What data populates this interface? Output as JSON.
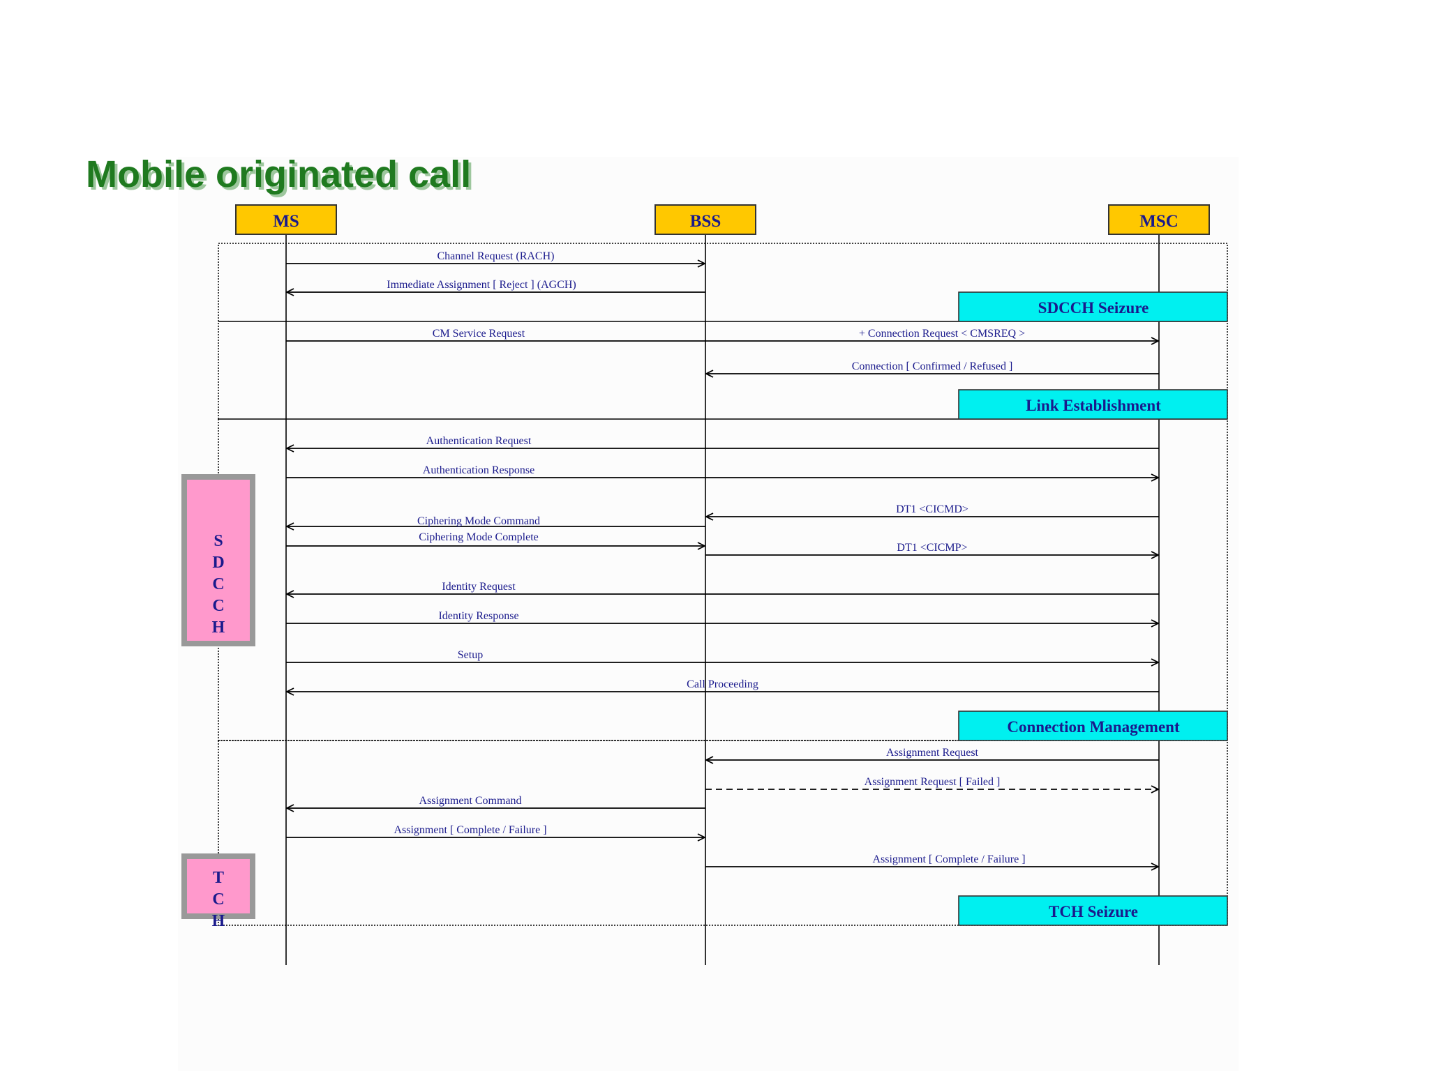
{
  "title": "Mobile originated call",
  "colors": {
    "title_fill": "#1f7a1f",
    "title_shadow": "#8fbf8f",
    "entity_fill": "#ffc800",
    "phase_fill": "#00f0f0",
    "channel_fill": "#ff99cc",
    "channel_border": "#999999",
    "label_text": "#1a1a8c",
    "line": "#000000"
  },
  "entities": [
    {
      "id": "ms",
      "label": "MS"
    },
    {
      "id": "bss",
      "label": "BSS"
    },
    {
      "id": "msc",
      "label": "MSC"
    }
  ],
  "phases": [
    {
      "id": "sdcch-seizure",
      "label": "SDCCH Seizure"
    },
    {
      "id": "link-establishment",
      "label": "Link Establishment"
    },
    {
      "id": "connection-management",
      "label": "Connection Management"
    },
    {
      "id": "tch-seizure",
      "label": "TCH Seizure"
    }
  ],
  "channels": [
    {
      "id": "sdcch",
      "letters": [
        "S",
        "D",
        "C",
        "C",
        "H"
      ]
    },
    {
      "id": "tch",
      "letters": [
        "T",
        "C",
        "H"
      ]
    }
  ],
  "messages": [
    {
      "id": "channel-request",
      "from": "ms",
      "to": "bss",
      "label": "Channel Request (RACH)",
      "style": "solid"
    },
    {
      "id": "immediate-assignment",
      "from": "bss",
      "to": "ms",
      "label": "Immediate Assignment [ Reject ] (AGCH)",
      "style": "solid"
    },
    {
      "id": "cm-service-request",
      "from": "ms",
      "to": "msc",
      "label": "CM Service Request",
      "style": "solid"
    },
    {
      "id": "connection-request",
      "from": "bss",
      "to": "msc",
      "label": "+ Connection Request  < CMSREQ >",
      "style": "label-only"
    },
    {
      "id": "connection-confirmed",
      "from": "msc",
      "to": "bss",
      "label": "Connection [ Confirmed / Refused ]",
      "style": "solid"
    },
    {
      "id": "authentication-request",
      "from": "msc",
      "to": "ms",
      "label": "Authentication Request",
      "style": "solid"
    },
    {
      "id": "authentication-response",
      "from": "ms",
      "to": "msc",
      "label": "Authentication Response",
      "style": "solid"
    },
    {
      "id": "dt1-cicmd",
      "from": "msc",
      "to": "bss",
      "label": "DT1 <CICMD>",
      "style": "solid"
    },
    {
      "id": "ciphering-mode-command",
      "from": "bss",
      "to": "ms",
      "label": "Ciphering Mode Command",
      "style": "solid"
    },
    {
      "id": "ciphering-mode-complete",
      "from": "ms",
      "to": "bss",
      "label": "Ciphering Mode Complete",
      "style": "solid"
    },
    {
      "id": "dt1-cicmp",
      "from": "bss",
      "to": "msc",
      "label": "DT1 <CICMP>",
      "style": "solid"
    },
    {
      "id": "identity-request",
      "from": "msc",
      "to": "ms",
      "label": "Identity Request",
      "style": "solid"
    },
    {
      "id": "identity-response",
      "from": "ms",
      "to": "msc",
      "label": "Identity Response",
      "style": "solid"
    },
    {
      "id": "setup",
      "from": "ms",
      "to": "msc",
      "label": "Setup",
      "style": "solid"
    },
    {
      "id": "call-proceeding",
      "from": "msc",
      "to": "ms",
      "label": "Call Proceeding",
      "style": "solid"
    },
    {
      "id": "assignment-request",
      "from": "msc",
      "to": "bss",
      "label": "Assignment Request",
      "style": "solid"
    },
    {
      "id": "assignment-request-failed",
      "from": "bss",
      "to": "msc",
      "label": "Assignment Request [ Failed ]",
      "style": "dashed"
    },
    {
      "id": "assignment-command",
      "from": "bss",
      "to": "ms",
      "label": "Assignment Command",
      "style": "solid"
    },
    {
      "id": "assignment-complete-ms",
      "from": "ms",
      "to": "bss",
      "label": "Assignment [ Complete / Failure ]",
      "style": "solid"
    },
    {
      "id": "assignment-complete-bss",
      "from": "bss",
      "to": "msc",
      "label": "Assignment [ Complete / Failure ]",
      "style": "solid"
    }
  ]
}
